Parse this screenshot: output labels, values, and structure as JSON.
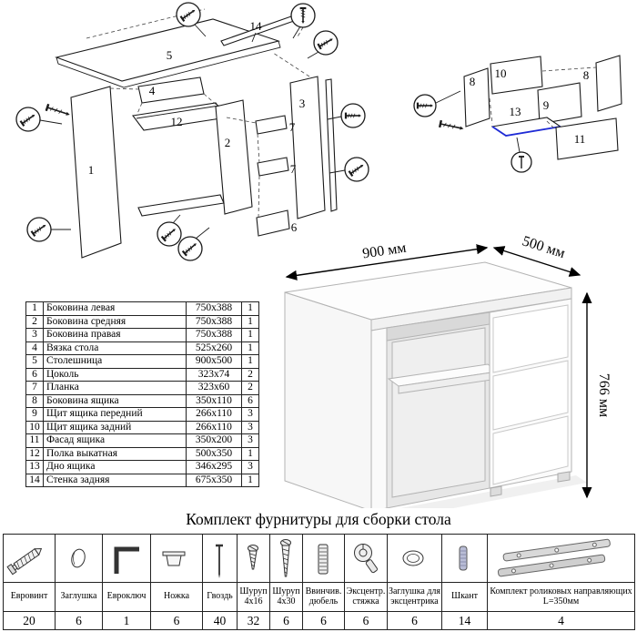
{
  "main_diagram": {
    "labels": [
      "14",
      "5",
      "4",
      "12",
      "2",
      "1",
      "3",
      "7",
      "7",
      "6"
    ]
  },
  "drawer_diagram": {
    "labels": [
      "10",
      "8",
      "8",
      "9",
      "13",
      "11"
    ]
  },
  "dimensions": {
    "width": "900 мм",
    "depth": "500 мм",
    "height": "766 мм"
  },
  "parts_table": {
    "rows": [
      [
        "1",
        "Боковина левая",
        "750x388",
        "1"
      ],
      [
        "2",
        "Боковина средняя",
        "750x388",
        "1"
      ],
      [
        "3",
        "Боковина правая",
        "750x388",
        "1"
      ],
      [
        "4",
        "Вязка стола",
        "525x260",
        "1"
      ],
      [
        "5",
        "Столешница",
        "900x500",
        "1"
      ],
      [
        "6",
        "Цоколь",
        "323x74",
        "2"
      ],
      [
        "7",
        "Планка",
        "323x60",
        "2"
      ],
      [
        "8",
        "Боковина ящика",
        "350x110",
        "6"
      ],
      [
        "9",
        "Щит ящика передний",
        "266x110",
        "3"
      ],
      [
        "10",
        "Щит ящика задний",
        "266x110",
        "3"
      ],
      [
        "11",
        "Фасад ящика",
        "350x200",
        "3"
      ],
      [
        "12",
        "Полка выкатная",
        "500x350",
        "1"
      ],
      [
        "13",
        "Дно ящика",
        "346x295",
        "3"
      ],
      [
        "14",
        "Стенка задняя",
        "675x350",
        "1"
      ]
    ]
  },
  "hardware": {
    "title": "Комплект фурнитуры для сборки стола",
    "items": [
      {
        "label": "Евровинт",
        "qty": "20",
        "icon": "euro-screw-icon"
      },
      {
        "label": "Заглушка",
        "qty": "6",
        "icon": "cap-icon"
      },
      {
        "label": "Евроключ",
        "qty": "1",
        "icon": "hex-key-icon"
      },
      {
        "label": "Ножка",
        "qty": "6",
        "icon": "foot-icon"
      },
      {
        "label": "Гвоздь",
        "qty": "40",
        "icon": "nail-icon"
      },
      {
        "label": "Шуруп 4x16",
        "qty": "32",
        "icon": "screw-4x16-icon"
      },
      {
        "label": "Шуруп 4x30",
        "qty": "6",
        "icon": "screw-4x30-icon"
      },
      {
        "label": "Ввинчив. дюбель",
        "qty": "6",
        "icon": "screw-in-dowel-icon"
      },
      {
        "label": "Эксцентр. стяжка",
        "qty": "6",
        "icon": "cam-lock-icon"
      },
      {
        "label": "Заглушка для эксцентрика",
        "qty": "6",
        "icon": "cam-cap-icon"
      },
      {
        "label": "Шкант",
        "qty": "14",
        "icon": "wood-dowel-icon"
      },
      {
        "label": "Комплект роликовых направляющих L=350мм",
        "qty": "4",
        "icon": "drawer-slide-icon"
      }
    ]
  }
}
